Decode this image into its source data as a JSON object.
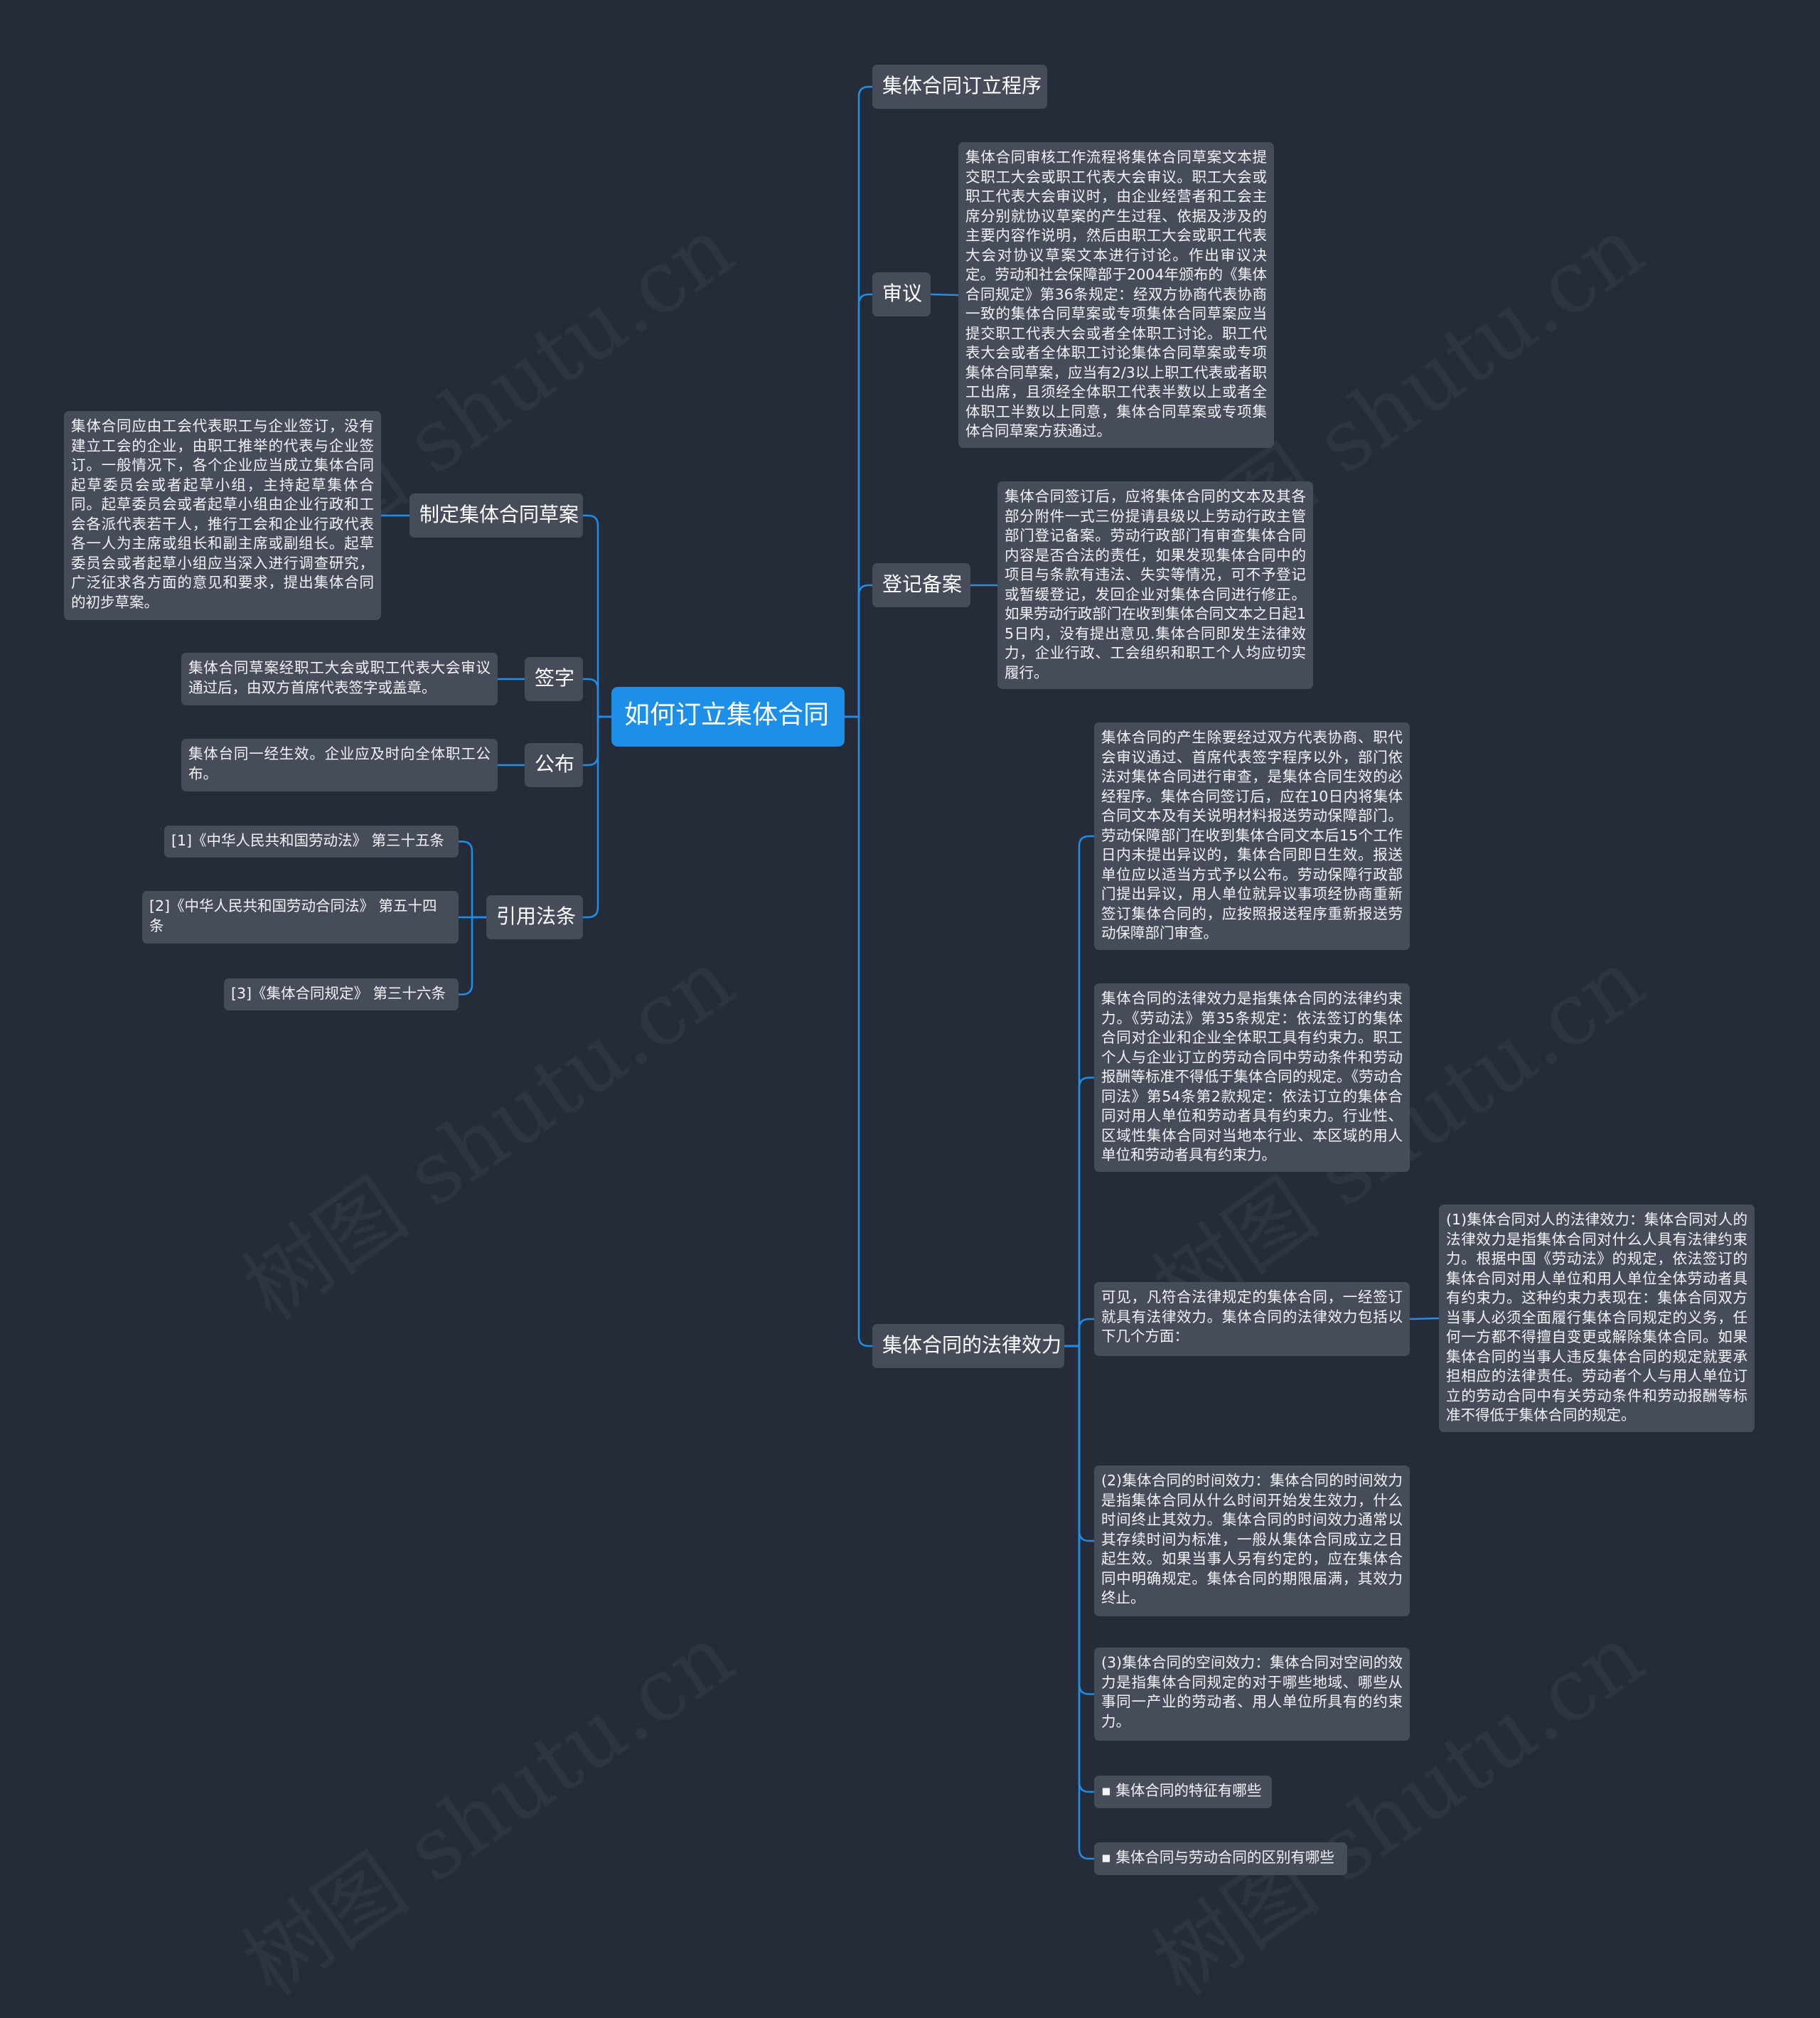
{
  "root": {
    "label": "如何订立集体合同"
  },
  "right": {
    "procedure": {
      "label": "集体合同订立程序"
    },
    "review": {
      "label": "审议",
      "note": "集体合同审核工作流程将集体合同草案文本提交职工大会或职工代表大会审议。职工大会或职工代表大会审议时，由企业经营者和工会主席分别就协议草案的产生过程、依据及涉及的主要内容作说明，然后由职工大会或职工代表大会对协议草案文本进行讨论。作出审议决定。劳动和社会保障部于2004年颁布的《集体合同规定》第36条规定：经双方协商代表协商一致的集体合同草案或专项集体合同草案应当提交职工代表大会或者全体职工讨论。职工代表大会或者全体职工讨论集体合同草案或专项集体合同草案，应当有2/3以上职工代表或者职工出席，且须经全体职工代表半数以上或者全体职工半数以上同意，集体合同草案或专项集体合同草案方获通过。"
    },
    "register": {
      "label": "登记备案",
      "note": "集体合同签订后，应将集体合同的文本及其各部分附件一式三份提请县级以上劳动行政主管部门登记备案。劳动行政部门有审查集体合同内容是否合法的责任，如果发现集体合同中的项目与条款有违法、失实等情况，可不予登记或暂缓登记，发回企业对集体合同进行修正。如果劳动行政部门在收到集体合同文本之日起15日内，没有提出意见.集体合同即发生法律效力，企业行政、工会组织和职工个人均应切实履行。"
    },
    "effect": {
      "label": "集体合同的法律效力",
      "items": [
        "集体合同的产生除要经过双方代表协商、职代会审议通过、首席代表签字程序以外，部门依法对集体合同进行审查，是集体合同生效的必经程序。集体合同签订后，应在10日内将集体合同文本及有关说明材料报送劳动保障部门。劳动保障部门在收到集体合同文本后15个工作日内未提出异议的，集体合同即日生效。报送单位应以适当方式予以公布。劳动保障行政部门提出异议，用人单位就异议事项经协商重新签订集体合同的，应按照报送程序重新报送劳动保障部门审查。",
        "集体合同的法律效力是指集体合同的法律约束力。《劳动法》第35条规定：依法签订的集体合同对企业和企业全体职工具有约束力。职工个人与企业订立的劳动合同中劳动条件和劳动报酬等标准不得低于集体合同的规定。《劳动合同法》第54条第2款规定：依法订立的集体合同对用人单位和劳动者具有约束力。行业性、区域性集体合同对当地本行业、本区域的用人单位和劳动者具有约束力。",
        "可见，凡符合法律规定的集体合同，一经签订就具有法律效力。集体合同的法律效力包括以下几个方面：",
        "(2)集体合同的时间效力：集体合同的时间效力是指集体合同从什么时间开始发生效力，什么时间终止其效力。集体合同的时间效力通常以其存续时间为标准，一般从集体合同成立之日起生效。如果当事人另有约定的，应在集体合同中明确规定。集体合同的期限届满，其效力终止。",
        "(3)集体合同的空间效力：集体合同对空间的效力是指集体合同规定的对于哪些地域、哪些从事同一产业的劳动者、用人单位所具有的约束力。",
        "▪ 集体合同的特征有哪些",
        "▪ 集体合同与劳动合同的区别有哪些"
      ],
      "sub_note": "(1)集体合同对人的法律效力：集体合同对人的法律效力是指集体合同对什么人具有法律约束力。根据中国《劳动法》的规定，依法签订的集体合同对用人单位和用人单位全体劳动者具有约束力。这种约束力表现在：集体合同双方当事人必须全面履行集体合同规定的义务，任何一方都不得擅自变更或解除集体合同。如果集体合同的当事人违反集体合同的规定就要承担相应的法律责任。劳动者个人与用人单位订立的劳动合同中有关劳动条件和劳动报酬等标准不得低于集体合同的规定。"
    }
  },
  "left": {
    "draft": {
      "label": "制定集体合同草案",
      "note": "集体合同应由工会代表职工与企业签订，没有建立工会的企业，由职工推举的代表与企业签订。一般情况下，各个企业应当成立集体合同起草委员会或者起草小组，主持起草集体合同。起草委员会或者起草小组由企业行政和工会各派代表若干人，推行工会和企业行政代表各一人为主席或组长和副主席或副组长。起草委员会或者起草小组应当深入进行调查研究，广泛征求各方面的意见和要求，提出集体合同的初步草案。"
    },
    "sign": {
      "label": "签字",
      "note": "集体合同草案经职工大会或职工代表大会审议通过后，由双方首席代表签字或盖章。"
    },
    "publish": {
      "label": "公布",
      "note": "集体台同一经生效。企业应及时向全体职工公布。"
    },
    "cite": {
      "label": "引用法条",
      "refs": [
        "[1]《中华人民共和国劳动法》 第三十五条",
        "[2]《中华人民共和国劳动合同法》 第五十四条",
        "[3]《集体合同规定》 第三十六条"
      ]
    }
  },
  "watermark": "树图 shutu.cn",
  "colors": {
    "background": "#262b39",
    "node": "#474c5b",
    "root": "#1e8fe8",
    "line": "#1e8fe8"
  }
}
